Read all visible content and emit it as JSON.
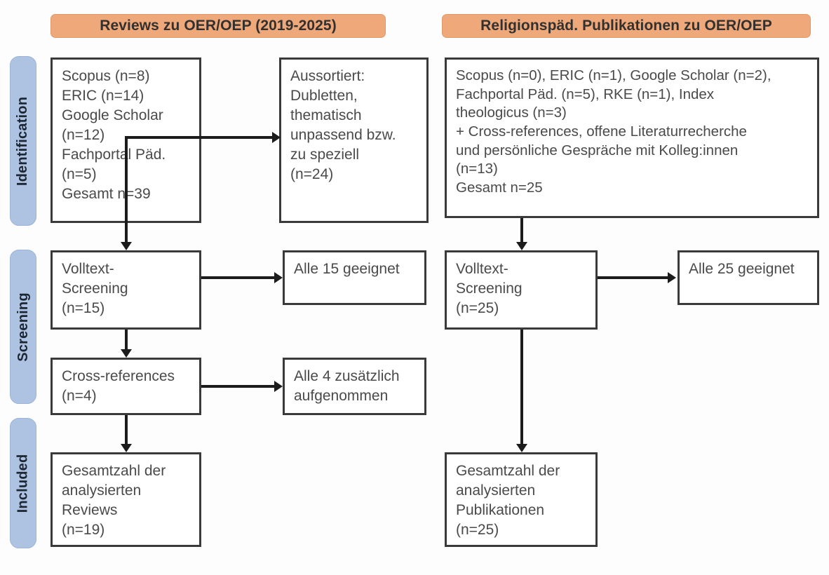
{
  "columns": {
    "left": {
      "header": "Reviews zu OER/OEP (2019-2025)",
      "identification_box": "Scopus (n=8)\nERIC (n=14)\nGoogle Scholar\n(n=12)\nFachportal Päd.\n(n=5)\nGesamt n=39",
      "excluded_box": "Aussortiert:\nDubletten,\nthematisch\nunpassend bzw.\nzu speziell\n(n=24)",
      "fulltext_box": "Volltext-\nScreening\n(n=15)",
      "fulltext_result_box": "Alle 15 geeignet",
      "crossref_box": "Cross-references\n(n=4)",
      "crossref_result_box": "Alle 4 zusätzlich\naufgenommen",
      "included_box": "Gesamtzahl der\nanalysierten\nReviews\n(n=19)"
    },
    "right": {
      "header": "Religionspäd. Publikationen zu OER/OEP",
      "identification_box": "Scopus (n=0), ERIC (n=1), Google Scholar (n=2),\nFachportal Päd. (n=5), RKE (n=1), Index\ntheologicus (n=3)\n+ Cross-references, offene Literaturrecherche\nund persönliche Gespräche mit Kolleg:innen\n(n=13)\nGesamt n=25",
      "fulltext_box": "Volltext-\nScreening\n(n=25)",
      "fulltext_result_box": "Alle 25 geeignet",
      "included_box": "Gesamtzahl der\nanalysierten\nPublikationen\n(n=25)"
    }
  },
  "stages": {
    "identification": "Identification",
    "screening": "Screening",
    "included": "Included"
  },
  "colors": {
    "header_orange": "#efa87a",
    "stage_blue": "#aec3e2",
    "box_border": "#3a3a3a",
    "box_text": "#4a4a4a",
    "connector": "#1c1c1c",
    "background": "#fdfdfd"
  },
  "chart_data": {
    "type": "diagram",
    "title": "PRISMA-style literature selection flow",
    "flows": [
      {
        "stage": "Identification",
        "column": "left",
        "label": "Scopus",
        "n": 8
      },
      {
        "stage": "Identification",
        "column": "left",
        "label": "ERIC",
        "n": 14
      },
      {
        "stage": "Identification",
        "column": "left",
        "label": "Google Scholar",
        "n": 12
      },
      {
        "stage": "Identification",
        "column": "left",
        "label": "Fachportal Päd.",
        "n": 5
      },
      {
        "stage": "Identification",
        "column": "left",
        "label": "Gesamt",
        "n": 39
      },
      {
        "stage": "Identification",
        "column": "left",
        "label": "Aussortiert (Dubletten, thematisch unpassend bzw. zu speziell)",
        "n": 24
      },
      {
        "stage": "Screening",
        "column": "left",
        "label": "Volltext-Screening",
        "n": 15
      },
      {
        "stage": "Screening",
        "column": "left",
        "label": "Alle geeignet",
        "n": 15
      },
      {
        "stage": "Screening",
        "column": "left",
        "label": "Cross-references",
        "n": 4
      },
      {
        "stage": "Screening",
        "column": "left",
        "label": "Alle zusätzlich aufgenommen",
        "n": 4
      },
      {
        "stage": "Included",
        "column": "left",
        "label": "Gesamtzahl der analysierten Reviews",
        "n": 19
      },
      {
        "stage": "Identification",
        "column": "right",
        "label": "Scopus",
        "n": 0
      },
      {
        "stage": "Identification",
        "column": "right",
        "label": "ERIC",
        "n": 1
      },
      {
        "stage": "Identification",
        "column": "right",
        "label": "Google Scholar",
        "n": 2
      },
      {
        "stage": "Identification",
        "column": "right",
        "label": "Fachportal Päd.",
        "n": 5
      },
      {
        "stage": "Identification",
        "column": "right",
        "label": "RKE",
        "n": 1
      },
      {
        "stage": "Identification",
        "column": "right",
        "label": "Index theologicus",
        "n": 3
      },
      {
        "stage": "Identification",
        "column": "right",
        "label": "Cross-references, offene Literaturrecherche und persönliche Gespräche mit Kolleg:innen",
        "n": 13
      },
      {
        "stage": "Identification",
        "column": "right",
        "label": "Gesamt",
        "n": 25
      },
      {
        "stage": "Screening",
        "column": "right",
        "label": "Volltext-Screening",
        "n": 25
      },
      {
        "stage": "Screening",
        "column": "right",
        "label": "Alle geeignet",
        "n": 25
      },
      {
        "stage": "Included",
        "column": "right",
        "label": "Gesamtzahl der analysierten Publikationen",
        "n": 25
      }
    ]
  }
}
